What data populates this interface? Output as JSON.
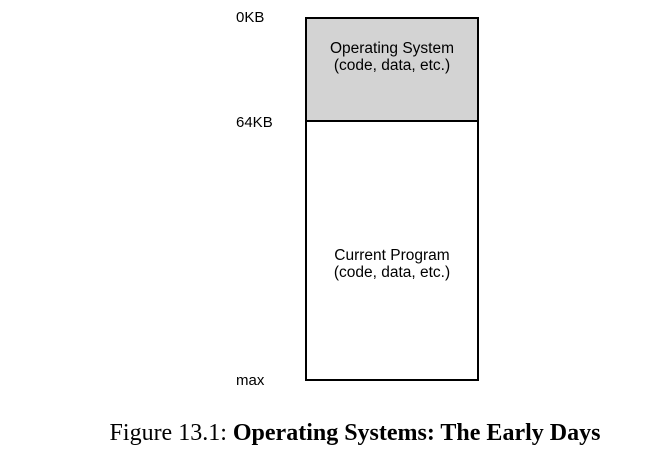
{
  "address_labels": {
    "top": "0KB",
    "boundary": "64KB",
    "bottom": "max"
  },
  "regions": {
    "os": {
      "name": "Operating System",
      "detail": "(code, data, etc.)",
      "fill": "#d3d3d3"
    },
    "program": {
      "name": "Current Program",
      "detail": "(code, data, etc.)",
      "fill": "#ffffff"
    }
  },
  "caption": {
    "prefix": "Figure 13.1: ",
    "title": "Operating Systems: The Early Days"
  }
}
